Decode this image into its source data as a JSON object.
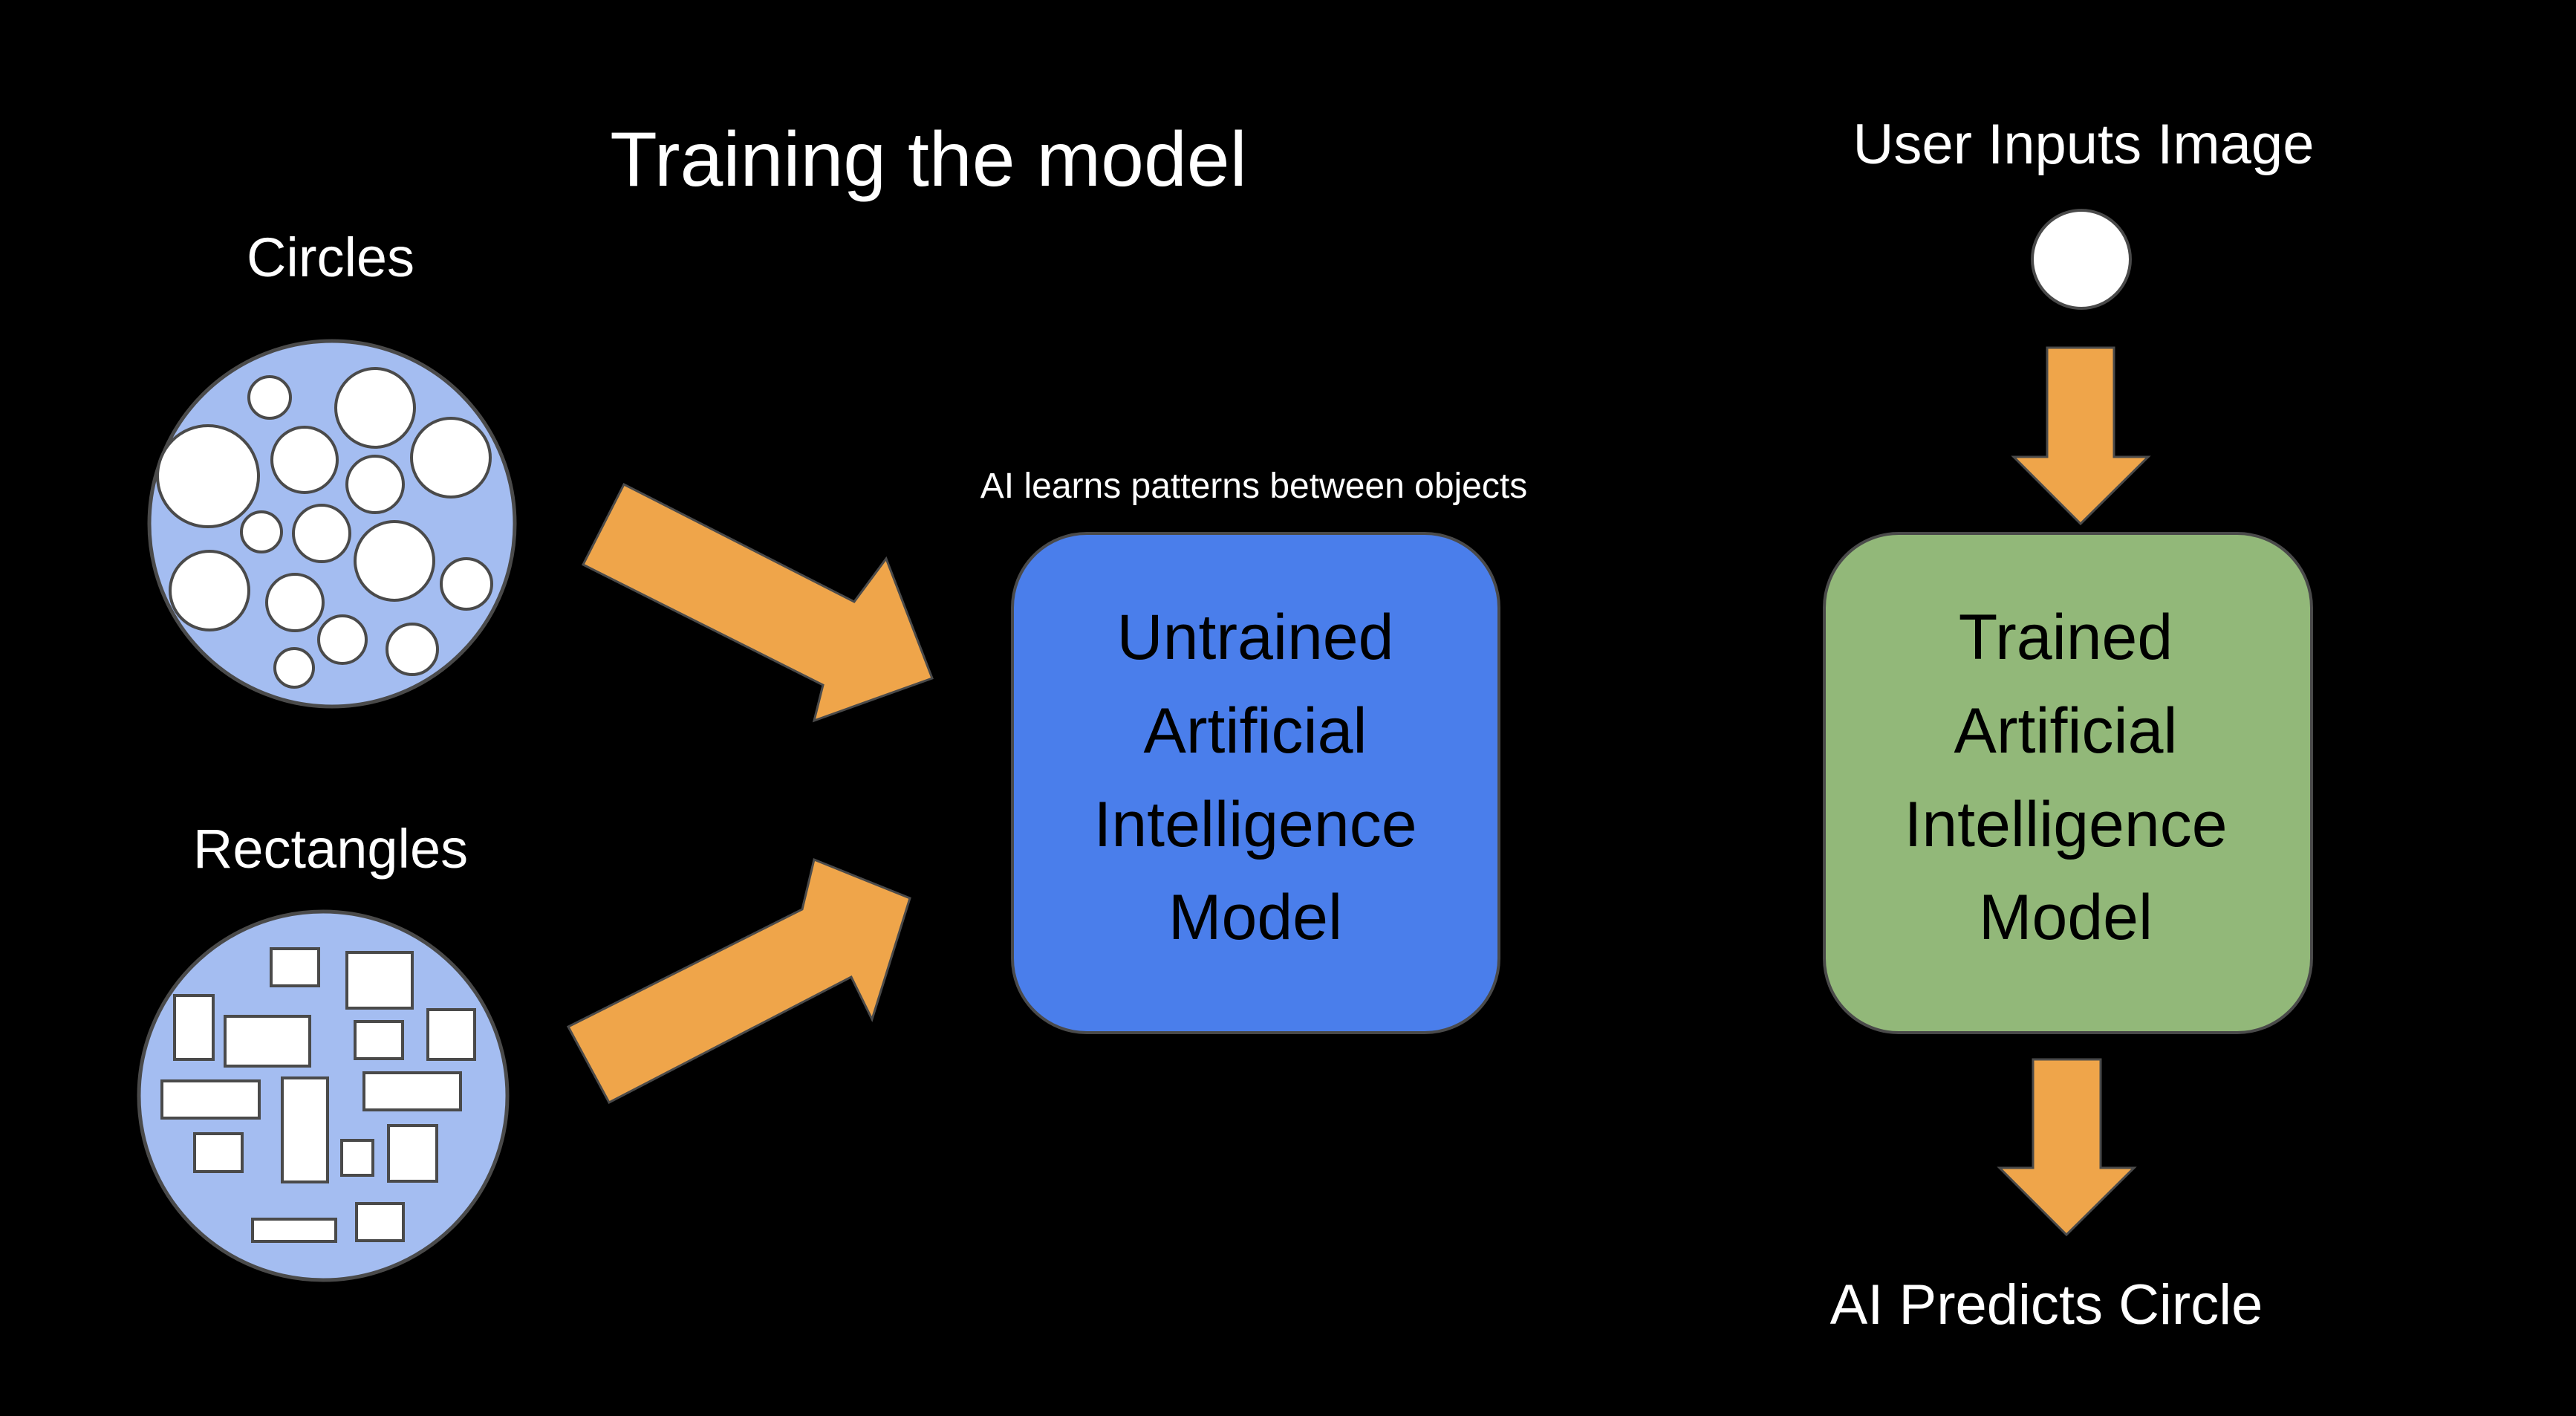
{
  "training": {
    "title": "Training the model",
    "circles_label": "Circles",
    "rectangles_label": "Rectangles",
    "learn_caption": "AI learns patterns between objects"
  },
  "untrained_model": {
    "lines": [
      "Untrained",
      "Artificial",
      "Intelligence",
      "Model"
    ]
  },
  "inference": {
    "input_label": "User Inputs Image",
    "output_label": "AI Predicts Circle"
  },
  "trained_model": {
    "lines": [
      "Trained",
      "Artificial",
      "Intelligence",
      "Model"
    ]
  },
  "colors": {
    "background": "#000000",
    "text": "#ffffff",
    "arrow": "#efa54a",
    "dataset_fill": "#a4bdf1",
    "untrained_fill": "#4a7eeb",
    "trained_fill": "#92b879",
    "outline": "#4a4a4a"
  },
  "icons": {
    "dataset_circles": "circles-dataset-icon",
    "dataset_rectangles": "rectangles-dataset-icon",
    "user_image": "white-circle-icon",
    "arrow": "arrow-icon"
  }
}
